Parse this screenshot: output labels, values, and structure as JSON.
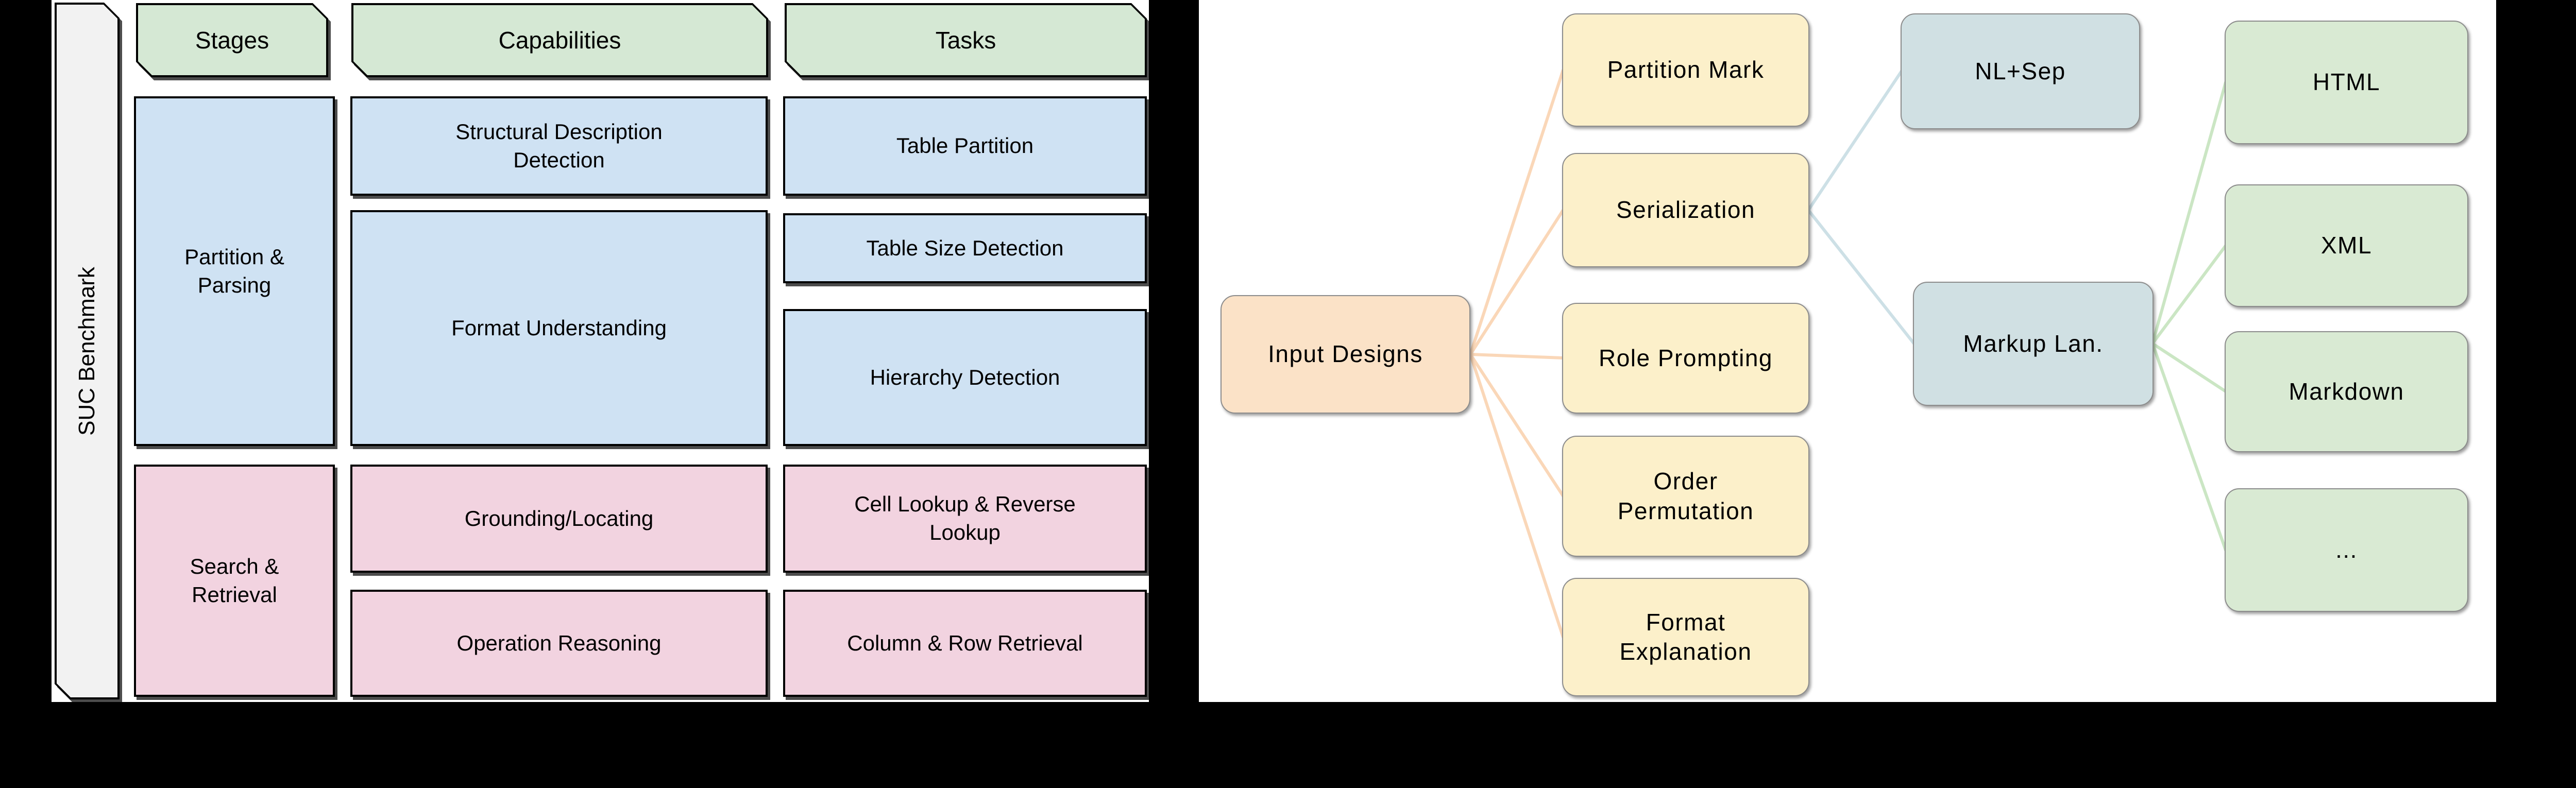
{
  "colors": {
    "canvas_bg": "#000000",
    "panel_bg": "#ffffff",
    "header_green": "#d5e8d4",
    "stage_blue": "#cfe2f3",
    "stage_pink": "#f2d3e0",
    "side_gray": "#f2f2f2",
    "root_orange": "#fbe2c7",
    "design_yellow": "#fcf0ca",
    "serialization_bluegray": "#d0e0e3",
    "markup_green": "#d9ead3",
    "line_orange": "#fad7b8",
    "line_blue": "#cde0e6",
    "line_green": "#cbe6c4"
  },
  "benchmark": {
    "side_label": "SUC Benchmark",
    "headers": {
      "stages": "Stages",
      "capabilities": "Capabilities",
      "tasks": "Tasks"
    },
    "partition": {
      "stage": "Partition &\nParsing",
      "cap_structural": "Structural Description\nDetection",
      "cap_format": "Format Understanding",
      "task_partition": "Table Partition",
      "task_size": "Table Size Detection",
      "task_hierarchy": "Hierarchy Detection"
    },
    "search": {
      "stage": "Search &\nRetrieval",
      "cap_grounding": "Grounding/Locating",
      "cap_operation": "Operation Reasoning",
      "task_lookup": "Cell Lookup & Reverse\nLookup",
      "task_retrieval": "Column & Row Retrieval"
    }
  },
  "tree": {
    "root": "Input Designs",
    "designs": [
      "Partition Mark",
      "Serialization",
      "Role Prompting",
      "Order\nPermutation",
      "Format\nExplanation"
    ],
    "serializations": [
      "NL+Sep",
      "Markup Lan."
    ],
    "markup_languages": [
      "HTML",
      "XML",
      "Markdown",
      "..."
    ]
  }
}
